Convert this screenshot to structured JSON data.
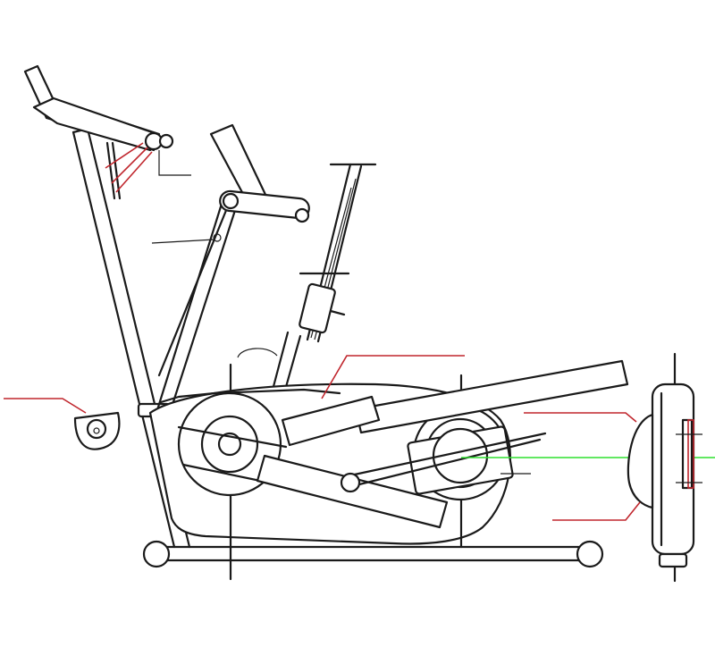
{
  "colors": {
    "line": "#1a1a1a",
    "leader_red": "#c0262d",
    "axis_green": "#2ee02e",
    "background": "#ffffff"
  },
  "callouts": [
    {
      "id": "callout-handlebar",
      "text": "",
      "color": "black"
    },
    {
      "id": "callout-frame-pivot",
      "text": "",
      "color": "black"
    },
    {
      "id": "callout-housing",
      "text": "",
      "color": "red"
    },
    {
      "id": "callout-bracket",
      "text": "",
      "color": "red"
    },
    {
      "id": "callout-drive-side",
      "text": "",
      "color": "red"
    },
    {
      "id": "callout-drive-bottom",
      "text": "",
      "color": "red"
    },
    {
      "id": "callout-crank",
      "text": "",
      "color": "black"
    }
  ]
}
